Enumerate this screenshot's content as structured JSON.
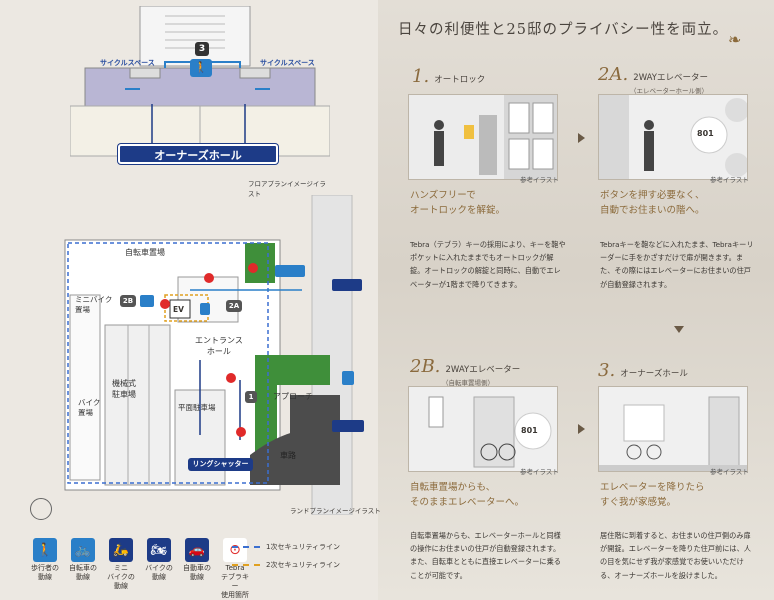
{
  "floor_plan": {
    "cycle_space_left": "サイクルスペース",
    "cycle_space_right": "サイクルスペース",
    "floor_number": "3",
    "owners_hall": "オーナーズホール",
    "caption": "フロアプランイメージイラスト"
  },
  "site_plan": {
    "bicycle_parking": "自転車置場",
    "minibike_parking": "ミニバイク\n置場",
    "bike_parking": "バイク\n置場",
    "mechanical_parking": "機械式\n駐車場",
    "flat_parking": "平面駐車場",
    "entrance_hall": "エントランス\nホール",
    "approach": "アプローチ",
    "driveway": "車路",
    "ring_shutter": "リングシャッター",
    "ev": "EV",
    "badge_2b": "2B",
    "badge_2a": "2A",
    "badge_1": "1",
    "caption": "ランドプランイメージイラスト"
  },
  "legend": {
    "items": [
      {
        "icon": "pedestrian-icon",
        "label": "歩行者の\n動線"
      },
      {
        "icon": "bicycle-icon",
        "label": "自転車の\n動線"
      },
      {
        "icon": "minibike-icon",
        "label": "ミニ\nバイクの\n動線"
      },
      {
        "icon": "motorbike-icon",
        "label": "バイクの\n動線"
      },
      {
        "icon": "car-icon",
        "label": "自動車の\n動線"
      },
      {
        "icon": "tebra-icon",
        "label": "Tebra\nテブラキー\n使用箇所"
      }
    ],
    "line1": "1次セキュリティライン",
    "line2": "2次セキュリティライン"
  },
  "right": {
    "heading": "日々の利便性と25邸のプライバシー性を両立。",
    "steps": [
      {
        "num": "1.",
        "title": "オートロック",
        "sub": "",
        "note": "参考イラスト",
        "lead": "ハンズフリーで\nオートロックを解錠。",
        "desc": "Tebra（テブラ）キーの採用により、キーを鞄やポケットに入れたままでもオートロックが解錠。オートロックの解錠と同時に、自動でエレベーターが1階まで降りてきます。"
      },
      {
        "num": "2A.",
        "title": "2WAYエレベーター",
        "sub": "（エレベーターホール側）",
        "note": "参考イラスト",
        "lead": "ボタンを押す必要なく、\n自動でお住まいの階へ。",
        "desc": "Tebraキーを鞄などに入れたまま、Tebraキーリーダーに手をかざすだけで扉が開きます。また、その際にはエレベーターにお住まいの住戸が自動登録されます。",
        "floor_display": "801"
      },
      {
        "num": "2B.",
        "title": "2WAYエレベーター",
        "sub": "（自転車置場側）",
        "note": "参考イラスト",
        "lead": "自転車置場からも、\nそのままエレベーターへ。",
        "desc": "自転車置場からも、エレベーターホールと同様の操作にお住まいの住戸が自動登録されます。また、自転車とともに直接エレベーターに乗ることが可能です。",
        "floor_display": "801"
      },
      {
        "num": "3.",
        "title": "オーナーズホール",
        "sub": "",
        "note": "参考イラスト",
        "lead": "エレベーターを降りたら\nすぐ我が家感覚。",
        "desc": "居住階に到着すると、お住まいの住戸側のみ扉が開錠。エレベーターを降りた住戸前には、人の目を気にせず我が家感覚でお使いいただける、オーナーズホールを設けました。"
      }
    ]
  },
  "colors": {
    "accent_gold": "#8b6a3b",
    "navy": "#1d3b87",
    "route_blue": "#2a7fc8",
    "security_line_1": "#3b6fd0",
    "security_line_2": "#e0a020",
    "tebra_red": "#e02a2a",
    "green": "#3f8f3a"
  }
}
